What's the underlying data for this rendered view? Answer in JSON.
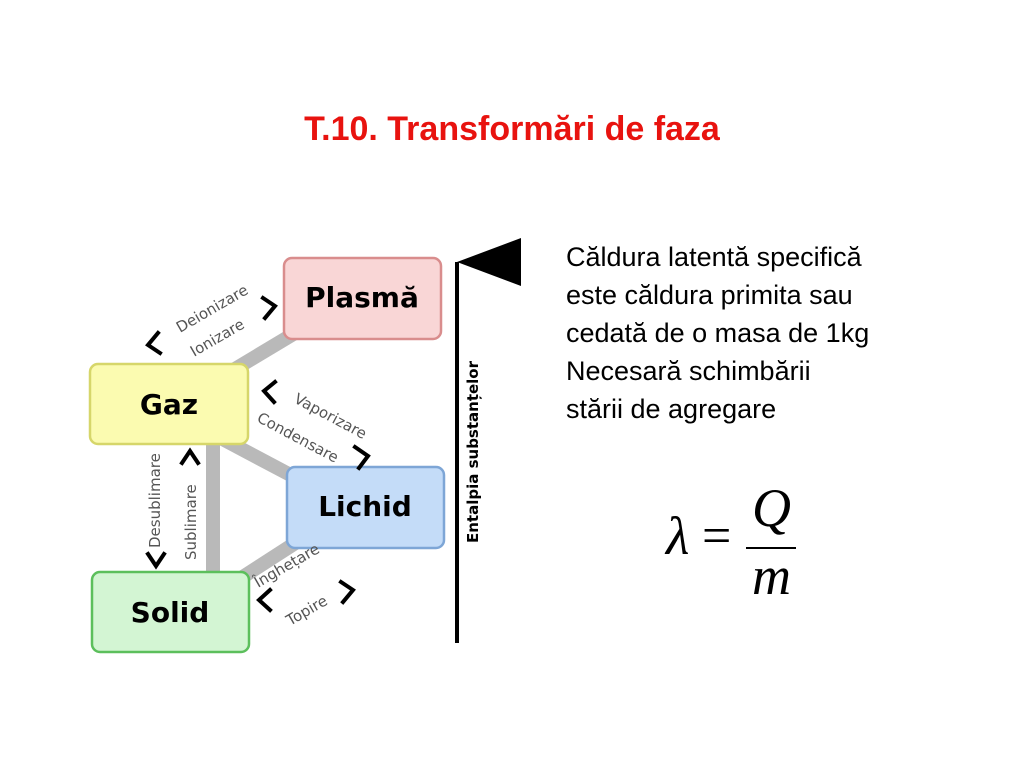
{
  "slide": {
    "title": "T.10. Transformări de faza",
    "paragraph_lines": [
      "Căldura latentă specifică",
      "este căldura primita sau",
      "cedată de o masa de 1kg",
      "Necesară schimbării",
      "stării de agregare"
    ]
  },
  "diagram": {
    "states": {
      "plasma": "Plasmă",
      "gaz": "Gaz",
      "lichid": "Lichid",
      "solid": "Solid"
    },
    "transitions": {
      "deionizare": "Deionizare",
      "ionizare": "Ionizare",
      "vaporizare": "Vaporizare",
      "condensare": "Condensare",
      "desublimare": "Desublimare",
      "sublimare": "Sublimare",
      "inghetare": "Înghețare",
      "topire": "Topire"
    },
    "axis_label": "Entalpia substanțelor",
    "colors": {
      "plasma_fill": "#f9d6d6",
      "plasma_stroke": "#d98d8d",
      "gaz_fill": "#fbfbb0",
      "gaz_stroke": "#d6d66a",
      "lichid_fill": "#c4dcf8",
      "lichid_stroke": "#7ea6d6",
      "solid_fill": "#d3f5d3",
      "solid_stroke": "#5cbf5c",
      "connector": "#b9b9b9",
      "label": "#555555"
    }
  },
  "formula": {
    "symbol": "λ",
    "equals": "=",
    "numerator": "Q",
    "denominator": "m"
  }
}
